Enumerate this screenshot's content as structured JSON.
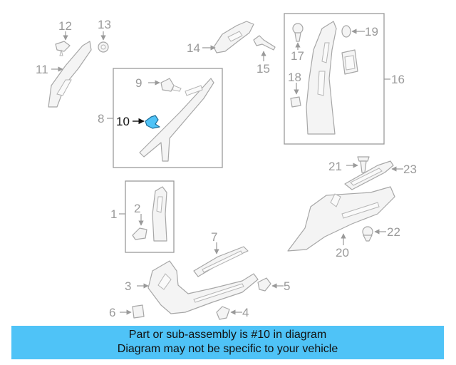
{
  "diagram": {
    "callouts": [
      "12",
      "13",
      "11",
      "14",
      "15",
      "17",
      "19",
      "16",
      "18",
      "9",
      "8",
      "10",
      "21",
      "23",
      "1",
      "2",
      "22",
      "20",
      "7",
      "3",
      "5",
      "6",
      "4"
    ],
    "highlighted_part": "10",
    "highlight_color": "#4fc3f7"
  },
  "banner": {
    "line1": "Part or sub-assembly is #10 in diagram",
    "line2": "Diagram may not be specific to your vehicle",
    "background": "#4fc3f7"
  }
}
